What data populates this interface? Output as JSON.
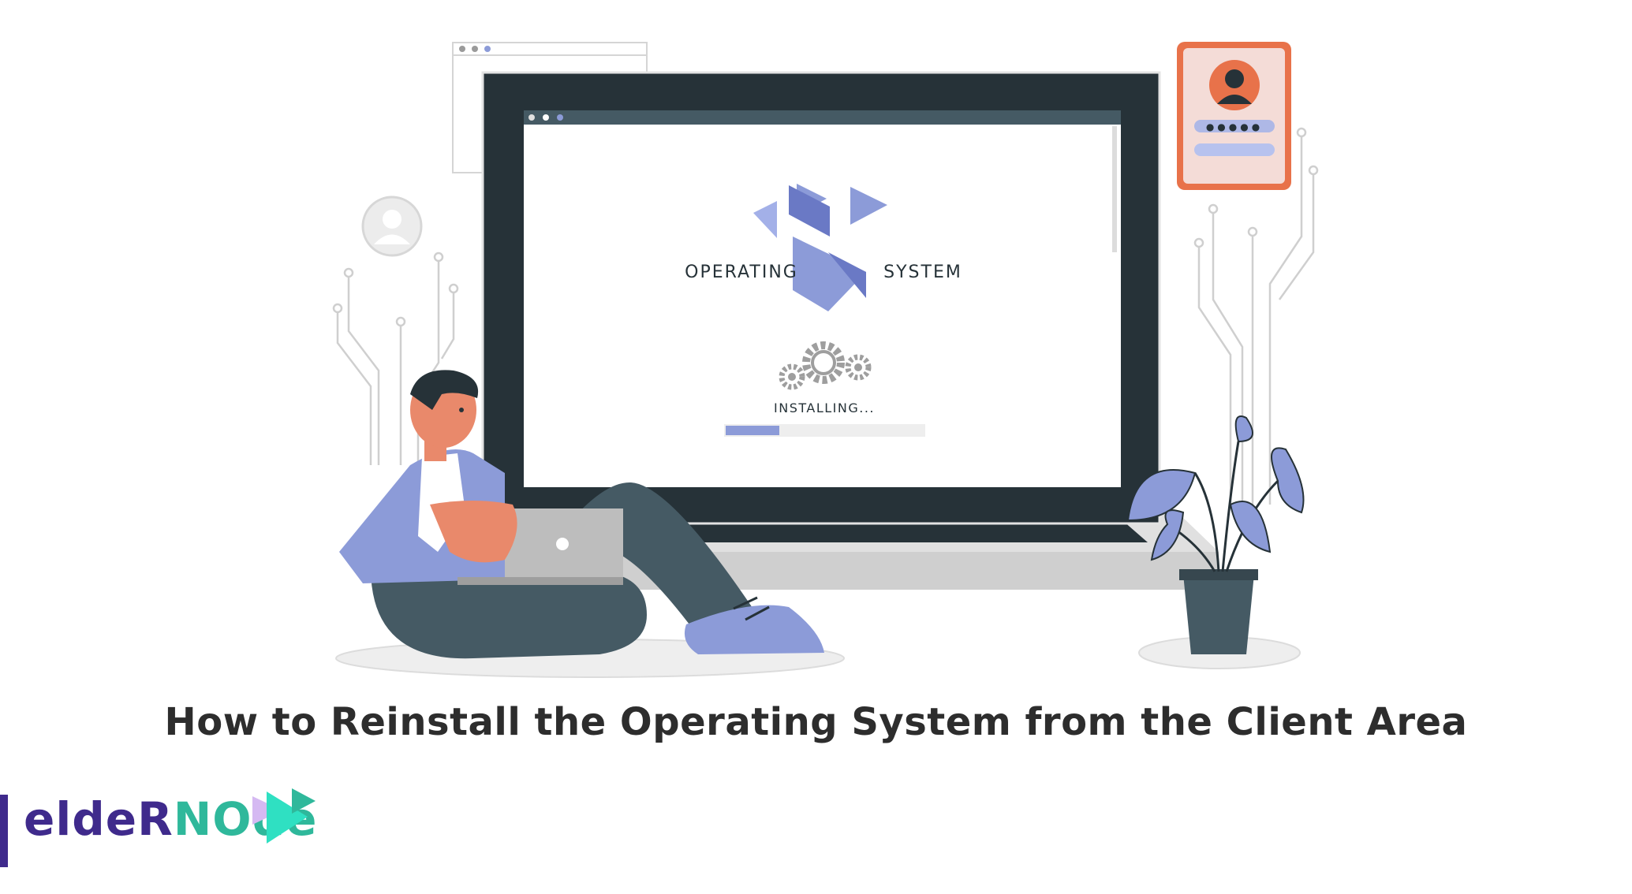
{
  "screen": {
    "brand_line_1": "OPERATING",
    "brand_line_2": "SYSTEM",
    "status": "INSTALLING...",
    "progress": 0.27
  },
  "login_card": {
    "password_mask": "●●●●●"
  },
  "article": {
    "title": "How to Reinstall the Operating System from the Client Area"
  },
  "logo": {
    "part1": "eldeR",
    "part2": "NOde"
  },
  "colors": {
    "bezel": "#263238",
    "accent": "#8c9bd8",
    "accent_dark": "#6a79c5",
    "skin": "#e9896b",
    "pants": "#455a64",
    "card_border": "#e8724a",
    "logo_purple": "#3f2a8c",
    "logo_green": "#2fb89b"
  }
}
